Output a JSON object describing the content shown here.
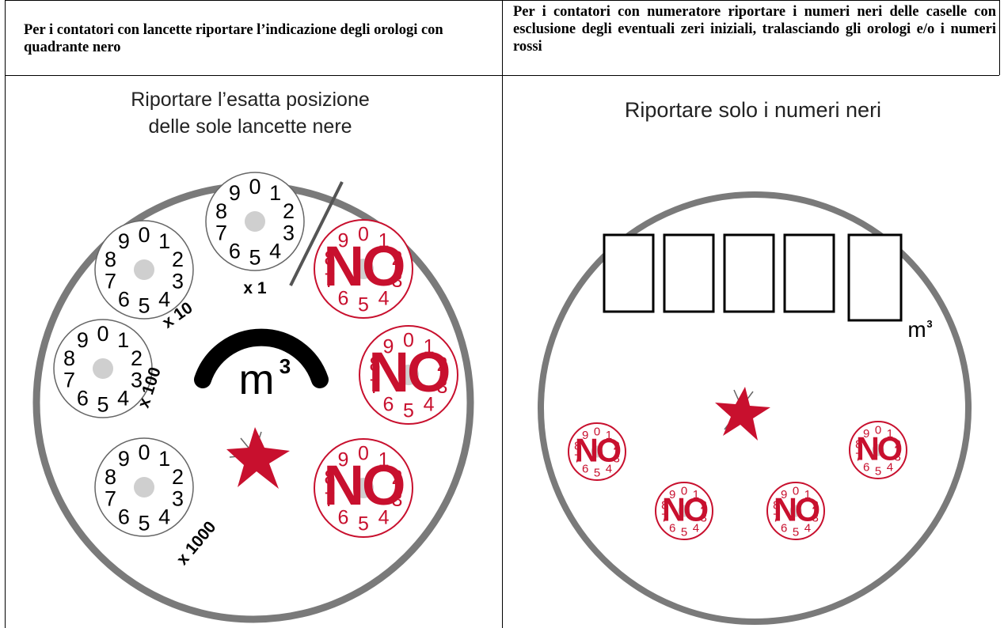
{
  "table": {
    "left_header": "Per i contatori con lancette riportare l’indicazione degli orologi con quadrante nero",
    "right_header": "Per i contatori con numeratore riportare i numeri neri delle caselle con esclusione degli eventuali zeri iniziali, tralasciando gli orologi e/o i numeri rossi"
  },
  "left_panel": {
    "caption_line1": "Riportare l’esatta posizione",
    "caption_line2": "delle sole lancette nere",
    "unit_base": "m",
    "unit_exp": "3",
    "dial_digits": [
      "0",
      "1",
      "2",
      "3",
      "4",
      "5",
      "6",
      "7",
      "8",
      "9"
    ],
    "multipliers": [
      "x 1",
      "x 10",
      "x 100",
      "x 1000"
    ],
    "no_label": "NO"
  },
  "right_panel": {
    "caption": "Riportare solo i numeri neri",
    "unit_base": "m",
    "unit_exp": "3",
    "no_label": "NO"
  },
  "colors": {
    "red": "#c8102e",
    "rim": "#7a7a7a",
    "ink": "#000000"
  }
}
